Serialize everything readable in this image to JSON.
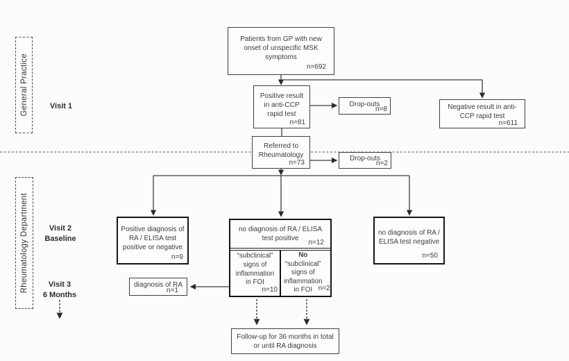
{
  "colors": {
    "line": "#3c3c3c",
    "thin_border": "#3f3f3f",
    "thick_border": "#141414",
    "dashed_separator": "#9b9b9b",
    "text": "#3b3b3b",
    "background": "#fcfcfc"
  },
  "sections": {
    "general_practice": {
      "label": "General Practice"
    },
    "rheumatology": {
      "label": "Rheumatology Department"
    }
  },
  "timeline": {
    "visit1": {
      "line1": "Visit 1",
      "line2": ""
    },
    "visit2": {
      "line1": "Visit 2",
      "line2": "Baseline"
    },
    "visit3": {
      "line1": "Visit 3",
      "line2": "6 Months"
    }
  },
  "boxes": {
    "patients": {
      "text": "Patients from GP with new onset of unspecific MSK symptoms",
      "n": "n=692"
    },
    "positive_rapid": {
      "text": "Positive result in anti-CCP rapid test",
      "n": "n=81"
    },
    "dropouts_visit1": {
      "text": "Drop-outs",
      "n": "n=8"
    },
    "negative_rapid": {
      "text": "Negative result in anti-CCP rapid test",
      "n": "n=611"
    },
    "referred": {
      "text": "Referred to Rheumatology",
      "n": "n=73"
    },
    "dropouts_referral": {
      "text": "Drop-outs",
      "n": "n=2"
    },
    "positive_diagnosis": {
      "text": "Positive diagnosis of RA / ELISA test positive or negative",
      "n": "n=9"
    },
    "no_ra_elisa_positive": {
      "text": "no diagnosis of RA / ELISA test positive",
      "n": "n=12"
    },
    "subclinical_foi": {
      "text": "“subclinical” signs of inflammation in FOI",
      "n": "n=10"
    },
    "no_subclinical_foi": {
      "emphasis": "No",
      "text": "“subclinical” signs of inflammation in FOI",
      "n": "n=2"
    },
    "no_ra_elisa_negative": {
      "text": "no diagnosis of RA / ELISA test negative",
      "n": "n=50"
    },
    "ra_diagnosis": {
      "text": "diagnosis of RA",
      "n": "n=1"
    },
    "followup": {
      "text": "Follow-up for 36 months in total or until RA diagnosis"
    }
  }
}
